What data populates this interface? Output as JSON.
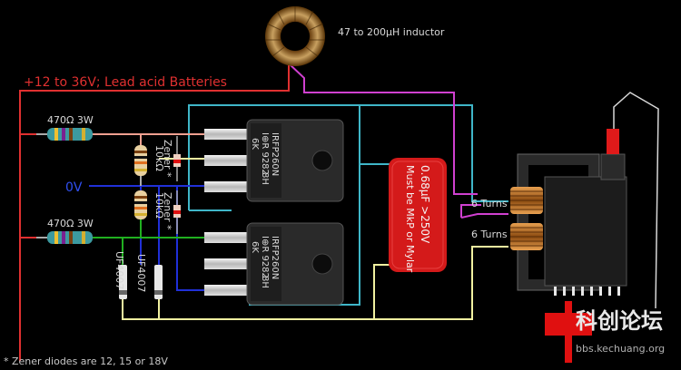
{
  "labels": {
    "inductor": "47 to 200µH inductor",
    "battery": "+12 to 36V; Lead acid Batteries",
    "resistor_top": "470Ω 3W",
    "resistor_bottom": "470Ω 3W",
    "zero_volt": "0V",
    "r10k_top": "10kΩ",
    "r10k_bottom": "10kΩ",
    "zener_top": "Zener *",
    "zener_bottom": "Zener *",
    "diode_left": "UF4007",
    "diode_right": "UF4007",
    "mosfet_top": [
      "IRFP260N",
      "I⊕R 9282",
      "6K",
      "8H"
    ],
    "mosfet_bottom": [
      "IRFP260N",
      "I⊕R 9282",
      "6K",
      "8H"
    ],
    "capacitor_line1": "0.68µF >250V",
    "capacitor_line2": "Must be MkP or Mylar",
    "turns_top": "6 Turns",
    "turns_bottom": "6 Turns",
    "footnote": "* Zener diodes are 12, 15 or 18V",
    "watermark_cn": "科创论坛",
    "watermark_url": "bbs.kechuang.org"
  },
  "colors": {
    "red": "#e03030",
    "cyan": "#3fb6c8",
    "magenta": "#d040d0",
    "blue": "#2030d8",
    "green": "#20b020",
    "yellow": "#f0f0a0",
    "capacitor": "#d41a1a",
    "background": "#000000"
  }
}
